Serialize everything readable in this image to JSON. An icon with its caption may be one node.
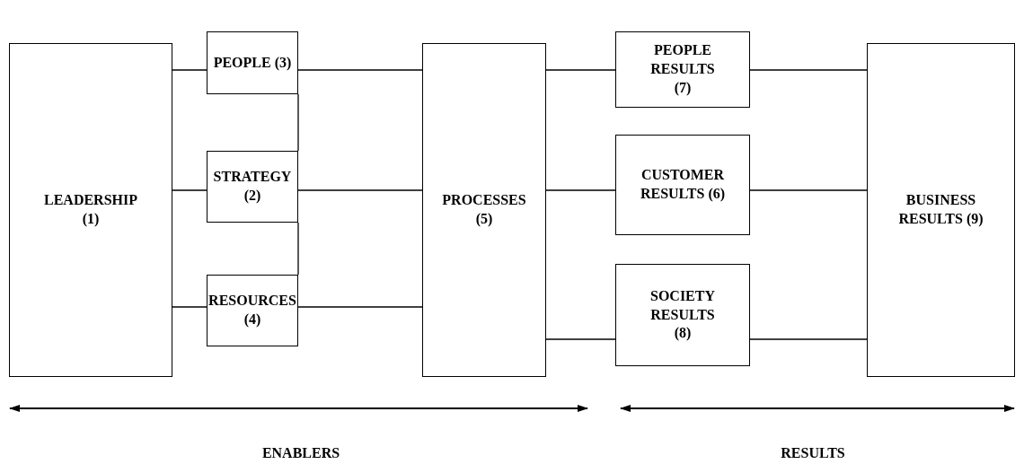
{
  "diagram": {
    "nodes": [
      {
        "text": [
          "LEADERSHIP (1)"
        ]
      },
      {
        "text": [
          "PEOPLE (3)"
        ]
      },
      {
        "text": [
          "STRATEGY (2)"
        ]
      },
      {
        "text": [
          "RESOURCES (4)"
        ]
      },
      {
        "text": [
          "PROCESSES (5)"
        ]
      },
      {
        "text": [
          "PEOPLE RESULTS (7)"
        ]
      },
      {
        "text": [
          "CUSTOMER RESULTS (6)"
        ]
      },
      {
        "text": [
          "SOCIETY RESULTS (8)"
        ]
      },
      {
        "text": [
          "BUSINESS RESULTS (9)"
        ]
      }
    ],
    "edges": [
      {
        "from": 0,
        "to": 1,
        "arrow": "none"
      },
      {
        "from": 0,
        "to": 2,
        "arrow": "none"
      },
      {
        "from": 0,
        "to": 3,
        "arrow": "none"
      },
      {
        "from": 1,
        "to": 2,
        "arrow": "none"
      },
      {
        "from": 2,
        "to": 3,
        "arrow": "none"
      },
      {
        "from": 1,
        "to": 4,
        "arrow": "none"
      },
      {
        "from": 2,
        "to": 4,
        "arrow": "none"
      },
      {
        "from": 3,
        "to": 4,
        "arrow": "none"
      },
      {
        "from": 4,
        "to": 5,
        "arrow": "none"
      },
      {
        "from": 4,
        "to": 6,
        "arrow": "none"
      },
      {
        "from": 4,
        "to": 7,
        "arrow": "none"
      },
      {
        "from": 5,
        "to": 8,
        "arrow": "none"
      },
      {
        "from": 6,
        "to": 8,
        "arrow": "none"
      },
      {
        "from": 7,
        "to": 8,
        "arrow": "none"
      }
    ],
    "labels": [
      "ENABLERS",
      "RESULTS"
    ]
  }
}
